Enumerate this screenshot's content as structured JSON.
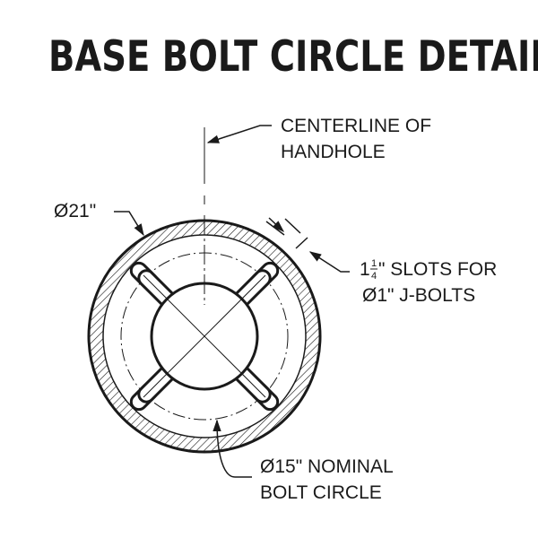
{
  "title": "BASE BOLT CIRCLE DETAIL",
  "annotations": {
    "centerline_line1": "CENTERLINE OF",
    "centerline_line2": "HANDHOLE",
    "outer_diameter": "Ø21\"",
    "slots_whole": "1",
    "slots_frac_num": "1",
    "slots_frac_den": "4",
    "slots_line1_rest": "\" SLOTS FOR",
    "slots_line2": "Ø1\" J-BOLTS",
    "bolt_circle_line1": "Ø15\" NOMINAL",
    "bolt_circle_line2": "BOLT CIRCLE"
  },
  "colors": {
    "ink": "#1a1a1a",
    "background": "#ffffff"
  }
}
